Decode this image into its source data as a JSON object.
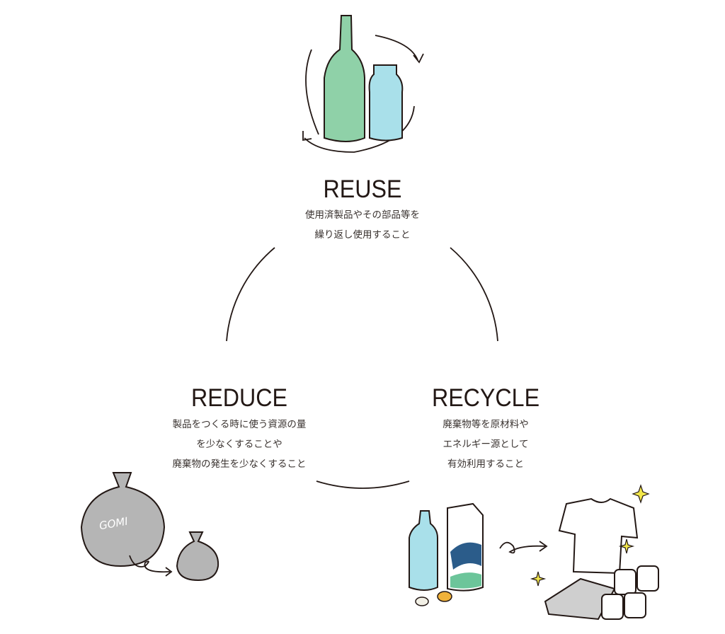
{
  "sections": {
    "reuse": {
      "title": "REUSE",
      "lines": [
        "使用済製品やその部品等を",
        "繰り返し使用すること"
      ]
    },
    "reduce": {
      "title": "REDUCE",
      "lines": [
        "製品をつくる時に使う資源の量",
        "を少なくすることや",
        "廃棄物の発生を少なくすること"
      ]
    },
    "recycle": {
      "title": "RECYCLE",
      "lines": [
        "廃棄物等を原材料や",
        "エネルギー源として",
        "有効利用すること"
      ]
    }
  },
  "illustrations": {
    "garbage_bag_label": "GOMI"
  },
  "colors": {
    "text": "#231815",
    "bottle_green": "#8fd1a8",
    "jar_blue": "#a9e0ea",
    "bag_gray": "#b5b5b5"
  }
}
